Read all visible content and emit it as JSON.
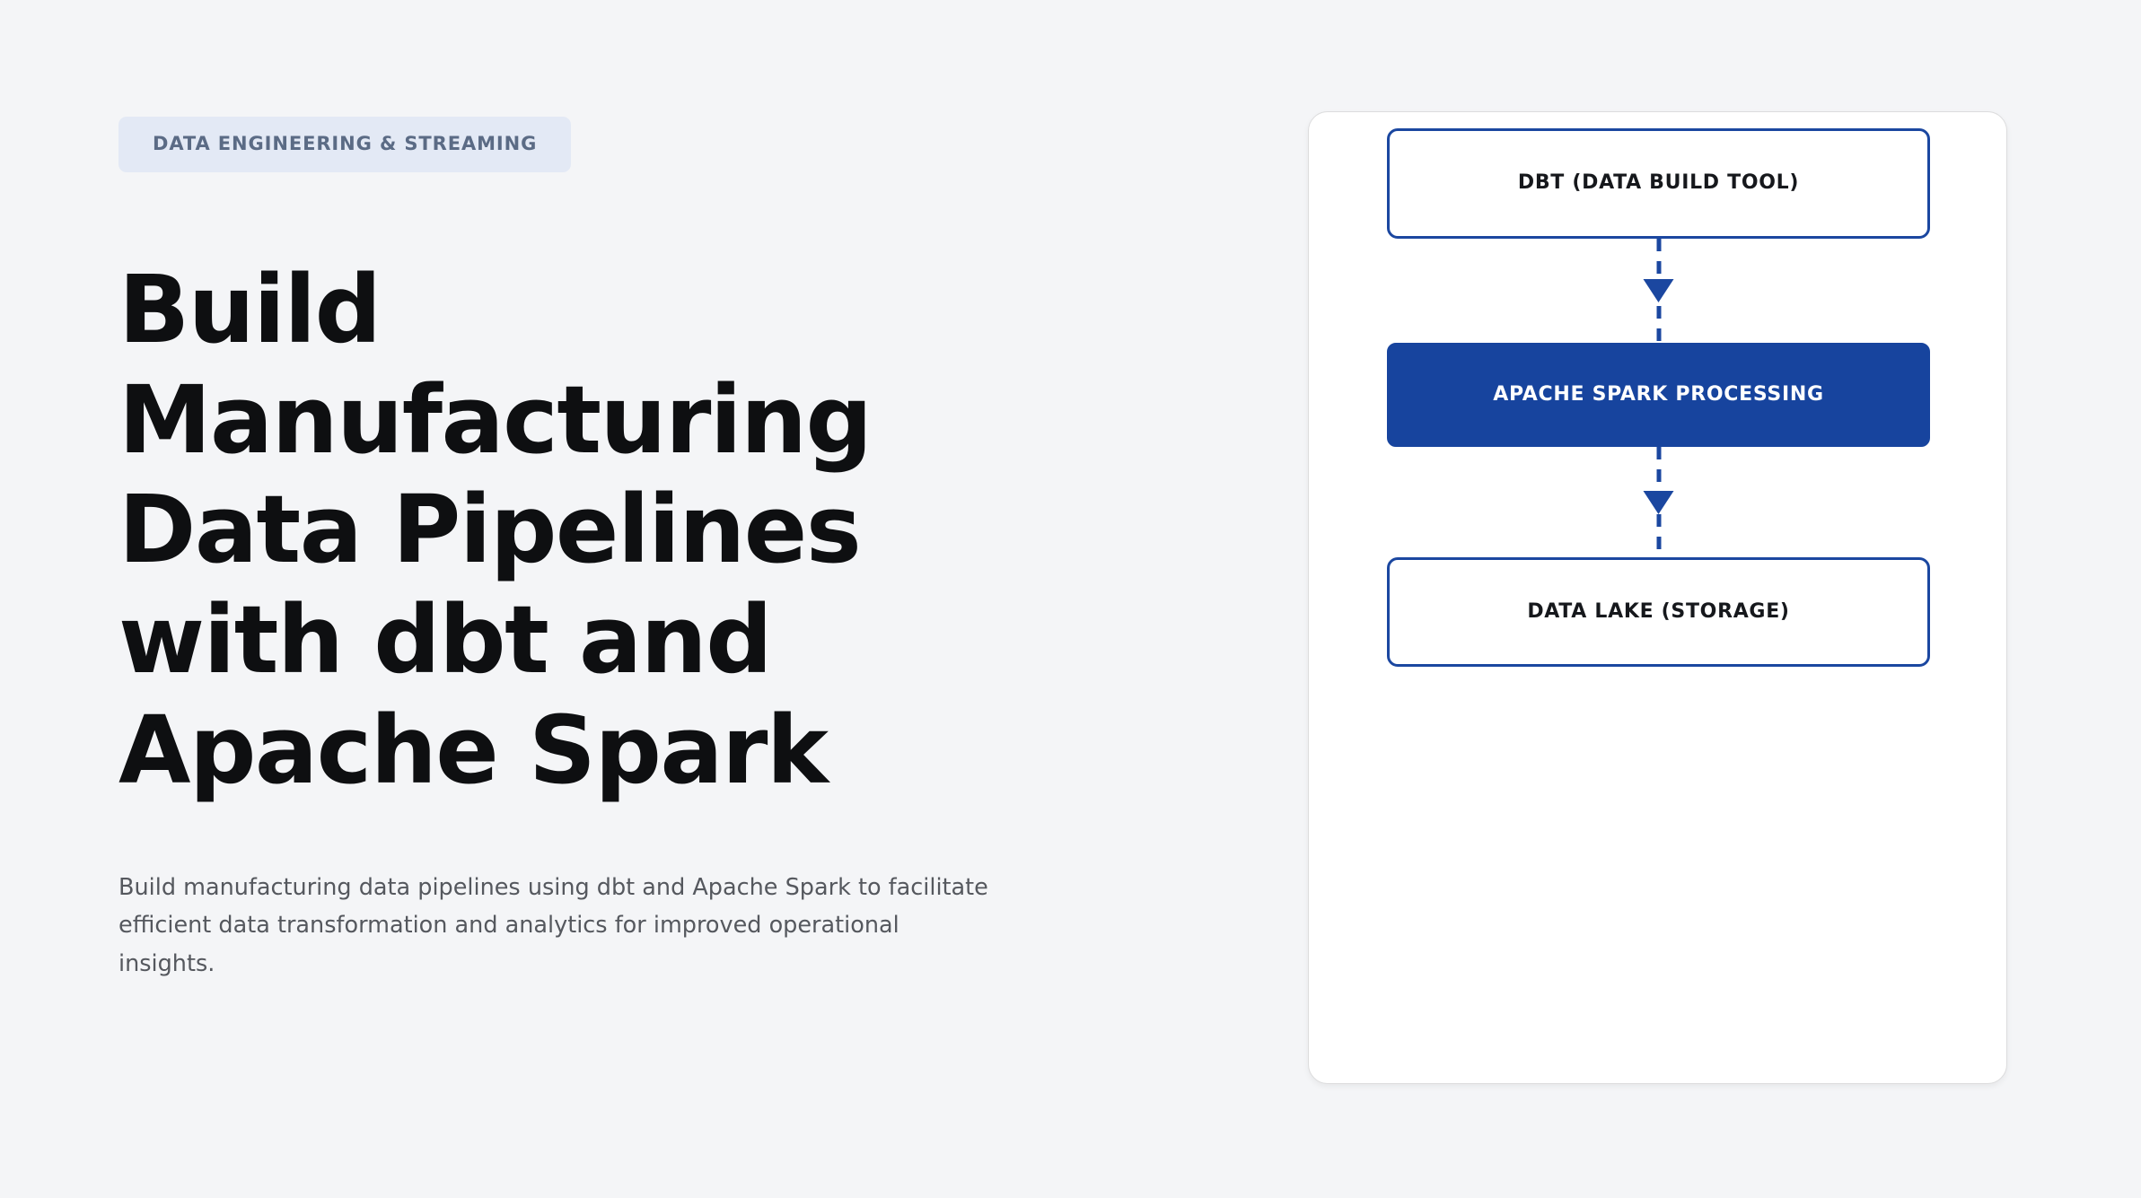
{
  "page": {
    "background_color": "#f4f5f7"
  },
  "hero": {
    "eyebrow": {
      "label": "DATA ENGINEERING & STREAMING",
      "background_color": "#e3e9f5",
      "text_color": "#5b6b85"
    },
    "headline": {
      "full_text": "Build Manufacturing Data Pipelines with dbt and Apache Spark",
      "lines": [
        "Build",
        "Manufacturing",
        "Data Pipelines",
        "with dbt and",
        "Apache Spark"
      ],
      "color": "#0e0f11"
    },
    "description": "Build manufacturing data pipelines using dbt and Apache Spark to facilitate efficient data transformation and analytics for improved operational insights."
  },
  "diagram": {
    "accent_color": "#17449e",
    "border_color": "#1b47a0",
    "card_background": "#ffffff",
    "nodes": [
      {
        "label": "DBT (DATA BUILD TOOL)",
        "style": "outline"
      },
      {
        "label": "APACHE SPARK PROCESSING",
        "style": "filled"
      },
      {
        "label": "DATA LAKE (STORAGE)",
        "style": "outline"
      }
    ],
    "connectors": [
      {
        "from": "DBT (DATA BUILD TOOL)",
        "to": "APACHE SPARK PROCESSING",
        "style": "dashed",
        "arrow": "down"
      },
      {
        "from": "APACHE SPARK PROCESSING",
        "to": "DATA LAKE (STORAGE)",
        "style": "dashed",
        "arrow": "down"
      }
    ]
  }
}
